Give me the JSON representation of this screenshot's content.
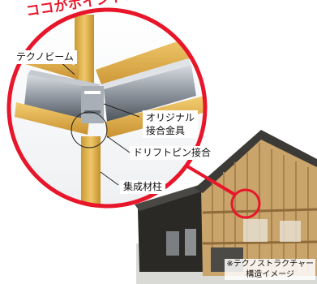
{
  "title": "ココがポイント!",
  "labels": {
    "techno_beam": "テクノビーム",
    "original_hardware_line1": "オリジナル",
    "original_hardware_line2": "接合金具",
    "drift_pin": "ドリフトピン接合",
    "glulam_column": "集成材柱"
  },
  "caption": {
    "line1": "※テクノストラクチャー",
    "line2": "構造イメージ"
  },
  "colors": {
    "accent_red": "#e8162a",
    "wood": "#e2b54a",
    "steel": "#9aa0a8"
  },
  "icons": {
    "callout_circle": "red-magnifier-ring",
    "house": "house-under-construction"
  }
}
